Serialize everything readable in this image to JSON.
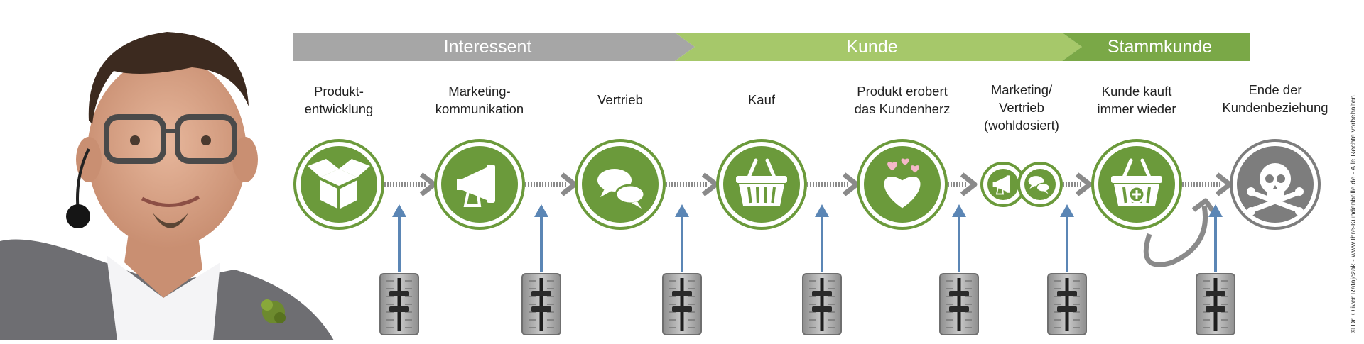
{
  "phases": [
    {
      "label": "Interessent",
      "color": "#a6a6a6"
    },
    {
      "label": "Kunde",
      "color": "#a6c86a"
    },
    {
      "label": "Stammkunde",
      "color": "#7aa847"
    }
  ],
  "stages": [
    {
      "label": "Produkt-\nentwicklung",
      "icon": "open-box-icon"
    },
    {
      "label": "Marketing-\nkommunikation",
      "icon": "megaphone-icon"
    },
    {
      "label": "Vertrieb",
      "icon": "speech-bubbles-icon"
    },
    {
      "label": "Kauf",
      "icon": "shopping-basket-icon"
    },
    {
      "label": "Produkt erobert\ndas Kundenherz",
      "icon": "hearts-icon"
    },
    {
      "label": "Marketing/\nVertrieb\n(wohldosiert)",
      "icon": "megaphone-and-bubbles-icon"
    },
    {
      "label": "Kunde kauft\nimmer wieder",
      "icon": "basket-plus-icon"
    },
    {
      "label": "Ende der\nKundenbeziehung",
      "icon": "skull-crossbones-icon"
    }
  ],
  "colors": {
    "green": "#6b9a3b",
    "grey_end": "#7d7d7d",
    "arrow": "#8a8a8a",
    "blue_arrow": "#5b86b5",
    "slider": "#9c9c9c"
  },
  "copyright": "© Dr. Oliver Ratajczak - www.Ihre-Kundenbrille.de - Alle Rechte vorbehalten."
}
